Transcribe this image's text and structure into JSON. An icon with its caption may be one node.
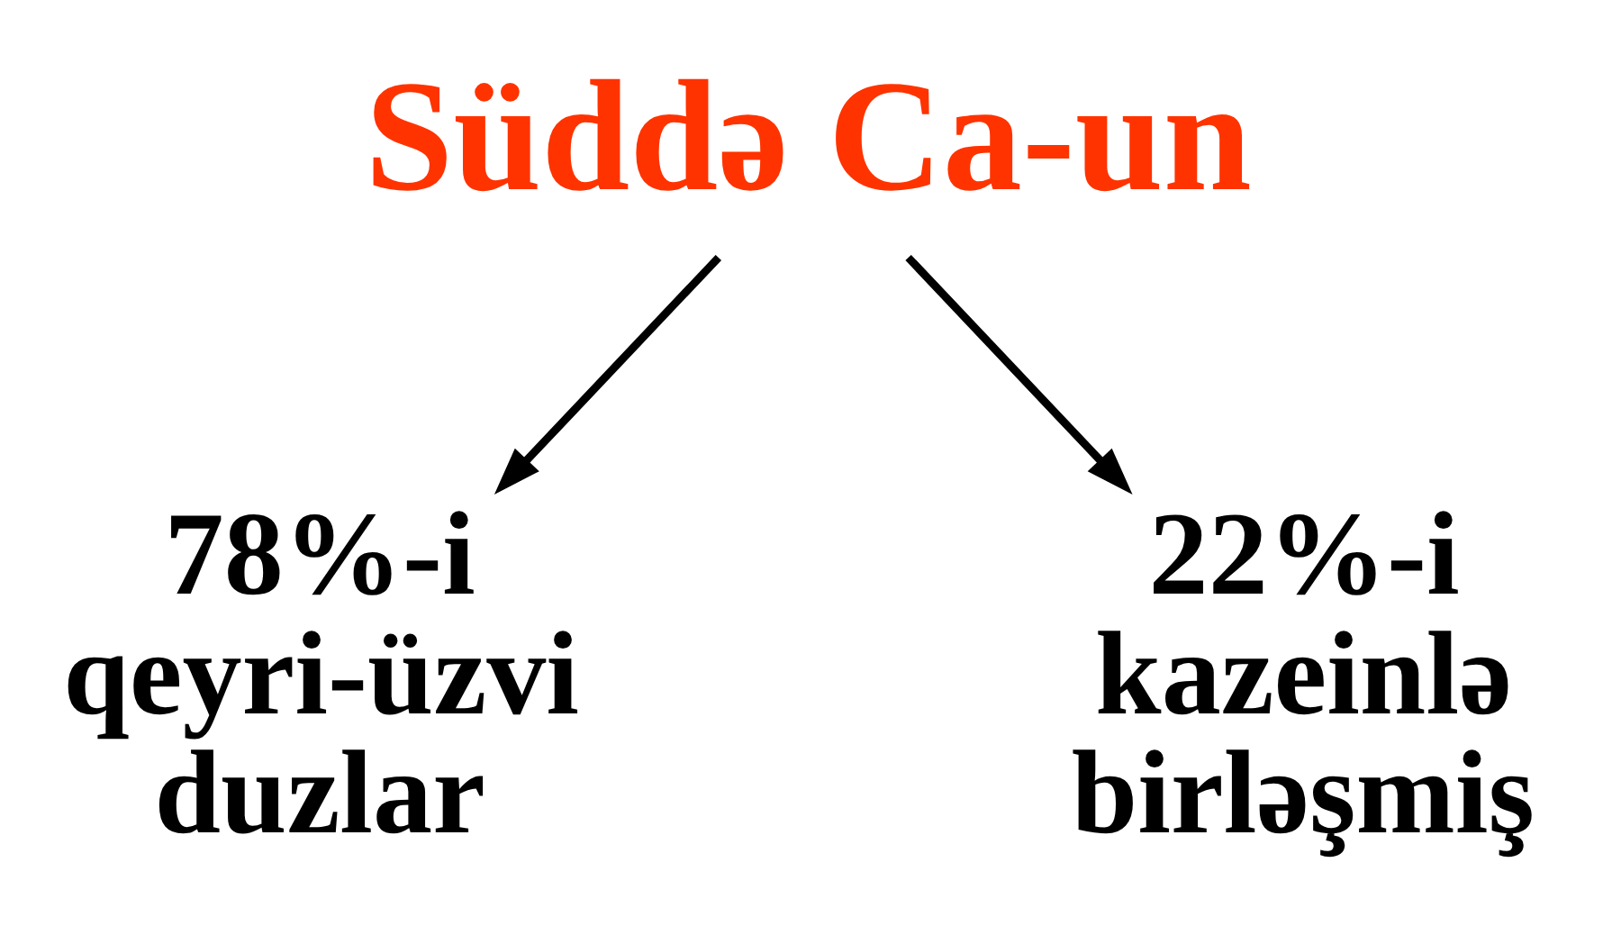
{
  "diagram": {
    "nodes": [
      {
        "text": [
          "Süddə Ca-un"
        ]
      },
      {
        "text": [
          "78%-i",
          "qeyri-üzvi duzlar"
        ]
      },
      {
        "text": [
          "22%-i",
          "kazeinlə birləşmiş"
        ]
      }
    ],
    "edges": [
      {
        "from": 0,
        "to": 1,
        "arrow": "to"
      },
      {
        "from": 0,
        "to": 2,
        "arrow": "to"
      }
    ]
  }
}
